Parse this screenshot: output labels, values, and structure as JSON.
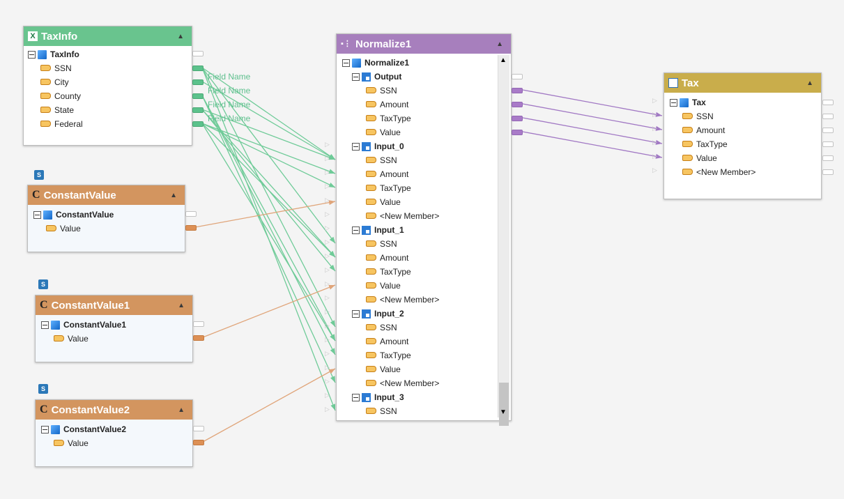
{
  "taxinfo": {
    "title": "TaxInfo",
    "icon": "excel-icon",
    "root": "TaxInfo",
    "fields": [
      "SSN",
      "City",
      "County",
      "State",
      "Federal"
    ],
    "field_label": "Field Name"
  },
  "constants": [
    {
      "badge": "S",
      "title": "ConstantValue",
      "root": "ConstantValue",
      "field": "Value"
    },
    {
      "badge": "S",
      "title": "ConstantValue1",
      "root": "ConstantValue1",
      "field": "Value"
    },
    {
      "badge": "S",
      "title": "ConstantValue2",
      "root": "ConstantValue2",
      "field": "Value"
    }
  ],
  "normalize": {
    "title": "Normalize1",
    "icon": "normalize-icon",
    "root": "Normalize1",
    "output": {
      "label": "Output",
      "fields": [
        "SSN",
        "Amount",
        "TaxType",
        "Value"
      ]
    },
    "inputs": [
      {
        "label": "Input_0",
        "fields": [
          "SSN",
          "Amount",
          "TaxType",
          "Value",
          "<New Member>"
        ]
      },
      {
        "label": "Input_1",
        "fields": [
          "SSN",
          "Amount",
          "TaxType",
          "Value",
          "<New Member>"
        ]
      },
      {
        "label": "Input_2",
        "fields": [
          "SSN",
          "Amount",
          "TaxType",
          "Value",
          "<New Member>"
        ]
      },
      {
        "label": "Input_3",
        "fields": [
          "SSN"
        ]
      }
    ]
  },
  "tax": {
    "title": "Tax",
    "icon": "xml-destination-icon",
    "root": "Tax",
    "fields": [
      "SSN",
      "Amount",
      "TaxType",
      "Value",
      "<New Member>"
    ]
  },
  "colors": {
    "taxinfo_header": "#69c48e",
    "constant_header": "#d3955f",
    "normalize_header": "#a77fbd",
    "tax_header": "#c9ad4b",
    "wire_green": "#6fcb98",
    "wire_orange": "#e0a57a",
    "wire_purple": "#a178c4"
  }
}
